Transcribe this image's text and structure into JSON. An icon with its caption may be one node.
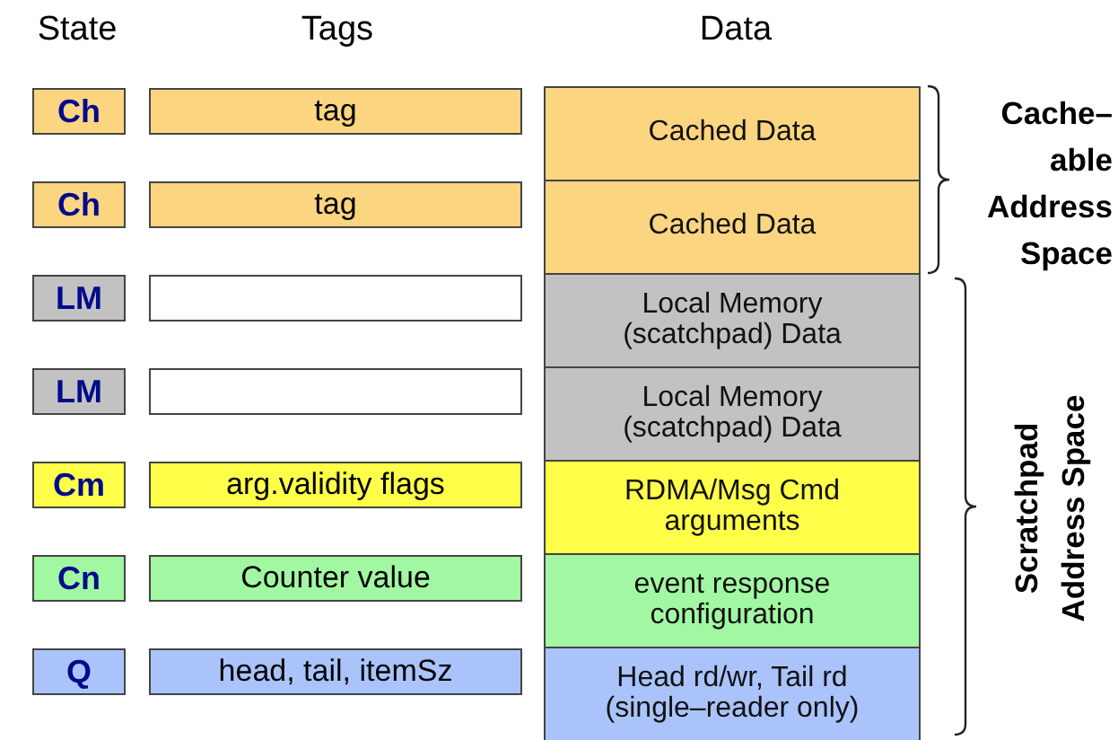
{
  "diagram": {
    "nodes": [
      {
        "text": [
          "Ch"
        ]
      },
      {
        "text": [
          "tag"
        ]
      },
      {
        "text": [
          "Cached Data"
        ]
      },
      {
        "text": [
          "Ch"
        ]
      },
      {
        "text": [
          "tag"
        ]
      },
      {
        "text": [
          "Cached Data"
        ]
      },
      {
        "text": [
          "LM"
        ]
      },
      {
        "text": [],
        "shape": "box"
      },
      {
        "text": [
          "Local Memory (scatchpad) Data"
        ]
      },
      {
        "text": [
          "LM"
        ]
      },
      {
        "text": [],
        "shape": "box"
      },
      {
        "text": [
          "Local Memory (scatchpad) Data"
        ]
      },
      {
        "text": [
          "Cm"
        ]
      },
      {
        "text": [
          "arg.validity flags"
        ]
      },
      {
        "text": [
          "RDMA/Msg Cmd arguments"
        ]
      },
      {
        "text": [
          "Cn"
        ]
      },
      {
        "text": [
          "Counter value"
        ]
      },
      {
        "text": [
          "event response configuration"
        ]
      },
      {
        "text": [
          "Q"
        ]
      },
      {
        "text": [
          "head, tail, itemSz"
        ]
      },
      {
        "text": [
          "Head rd/wr, Tail rd (single–reader only)"
        ]
      }
    ],
    "labels": [
      "State",
      "Tags",
      "Data",
      "Cache– able Address Space",
      "Scratchpad Address Space"
    ]
  }
}
